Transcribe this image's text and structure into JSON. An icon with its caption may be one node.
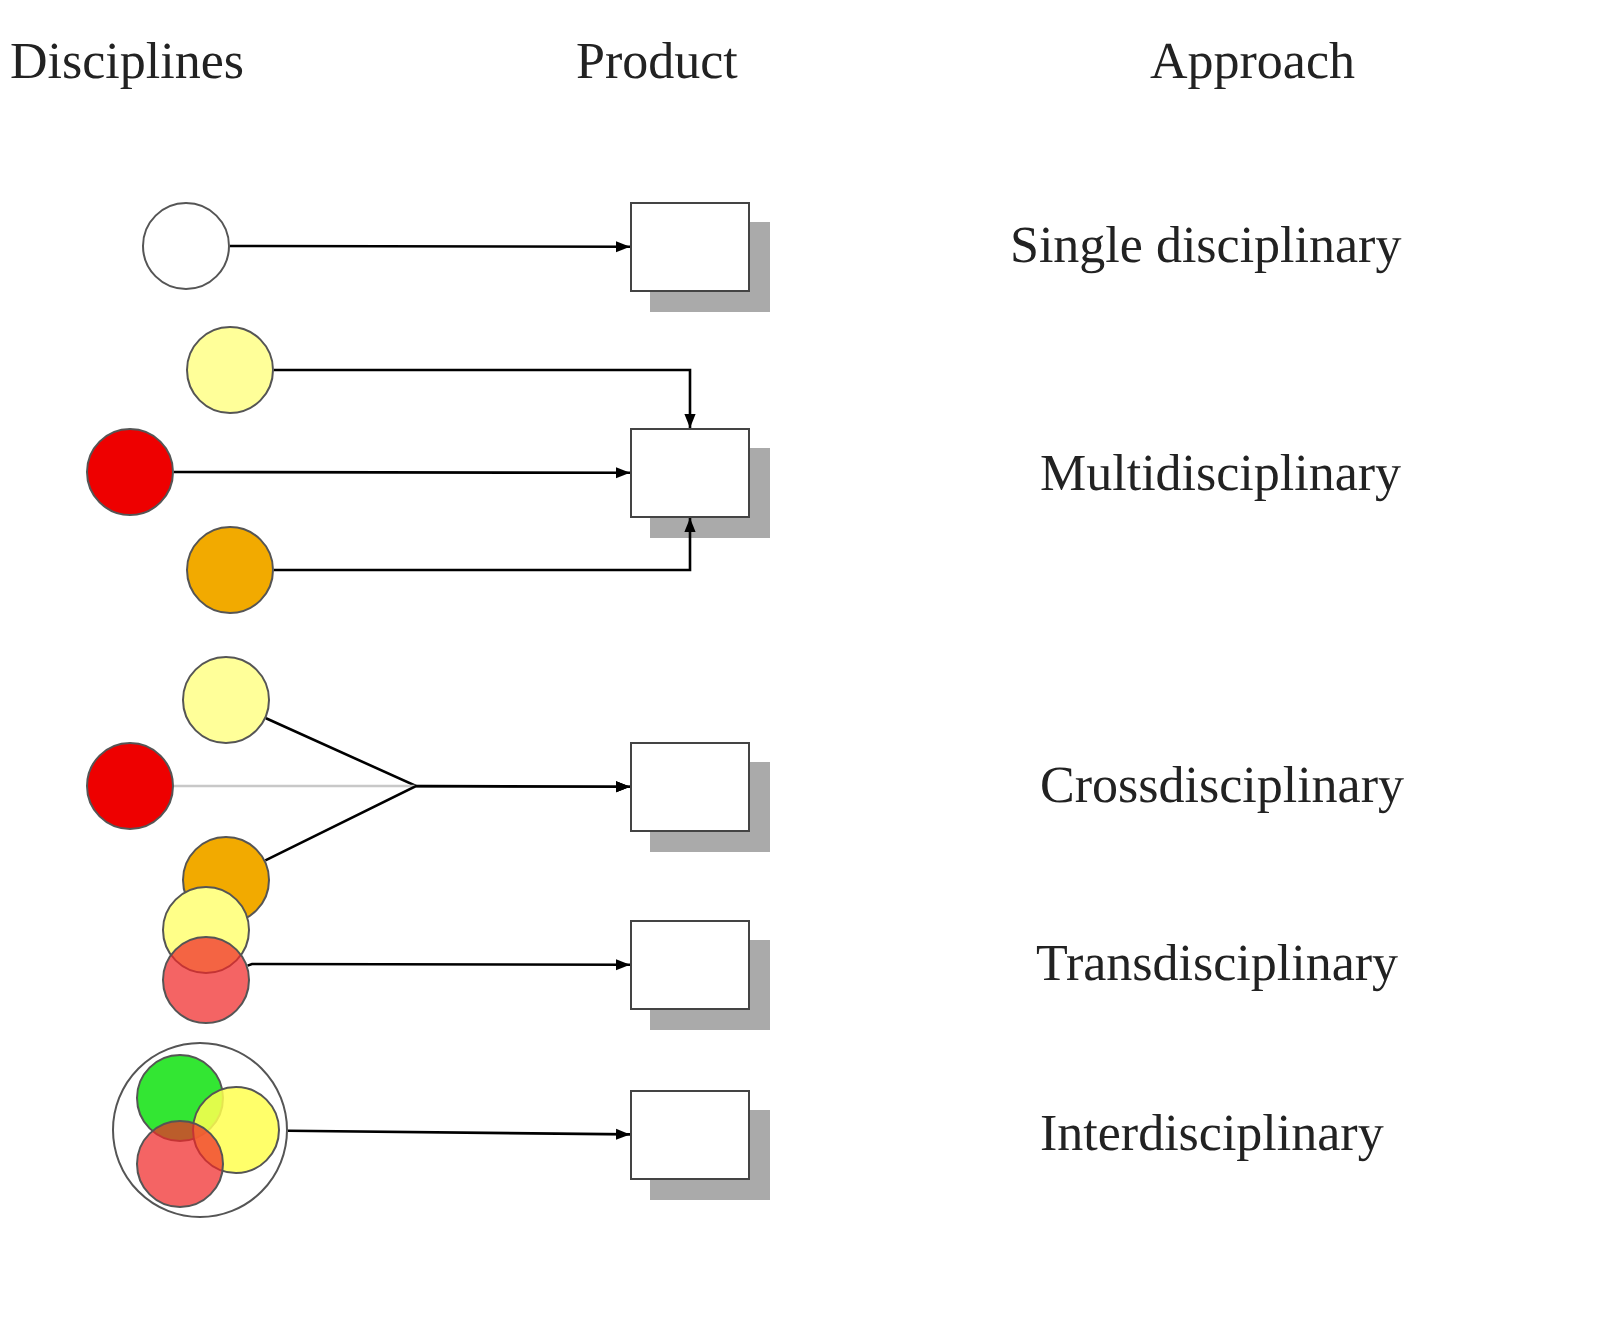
{
  "diagram": {
    "nodes": [
      {
        "text": [],
        "shape": "circle"
      },
      {
        "text": [],
        "shape": "box"
      },
      {
        "text": [],
        "shape": "circle"
      },
      {
        "text": [],
        "shape": "circle"
      },
      {
        "text": [],
        "shape": "circle"
      },
      {
        "text": [],
        "shape": "box"
      },
      {
        "text": [],
        "shape": "circle"
      },
      {
        "text": [],
        "shape": "circle"
      },
      {
        "text": [],
        "shape": "circle"
      },
      {
        "text": [],
        "shape": "box"
      },
      {
        "text": [],
        "shape": "circle"
      },
      {
        "text": [],
        "shape": "circle"
      },
      {
        "text": [],
        "shape": "box"
      },
      {
        "text": [],
        "shape": "circle"
      },
      {
        "text": [],
        "shape": "circle",
        "in": 13
      },
      {
        "text": [],
        "shape": "circle",
        "in": 13
      },
      {
        "text": [],
        "shape": "circle",
        "in": 13
      },
      {
        "text": [],
        "shape": "box"
      }
    ],
    "edges": [
      {
        "from": 0,
        "to": 1,
        "arrow": "to"
      },
      {
        "from": 2,
        "to": 5,
        "arrow": "to"
      },
      {
        "from": 3,
        "to": 5,
        "arrow": "to"
      },
      {
        "from": 4,
        "to": 5,
        "arrow": "to"
      },
      {
        "from": 6,
        "to": 9,
        "arrow": "to"
      },
      {
        "from": 7,
        "to": 9,
        "arrow": "to",
        "color": "#c8c8c8"
      },
      {
        "from": 8,
        "to": 9,
        "arrow": "to"
      },
      {
        "from": 11,
        "to": 12,
        "arrow": "to"
      },
      {
        "from": 13,
        "to": 17,
        "arrow": "to"
      }
    ],
    "labels": [
      "Disciplines",
      "Product",
      "Approach",
      "Single disciplinary",
      "Multidisciplinary",
      "Crossdisciplinary",
      "Transdisciplinary",
      "Interdisciplinary"
    ]
  }
}
